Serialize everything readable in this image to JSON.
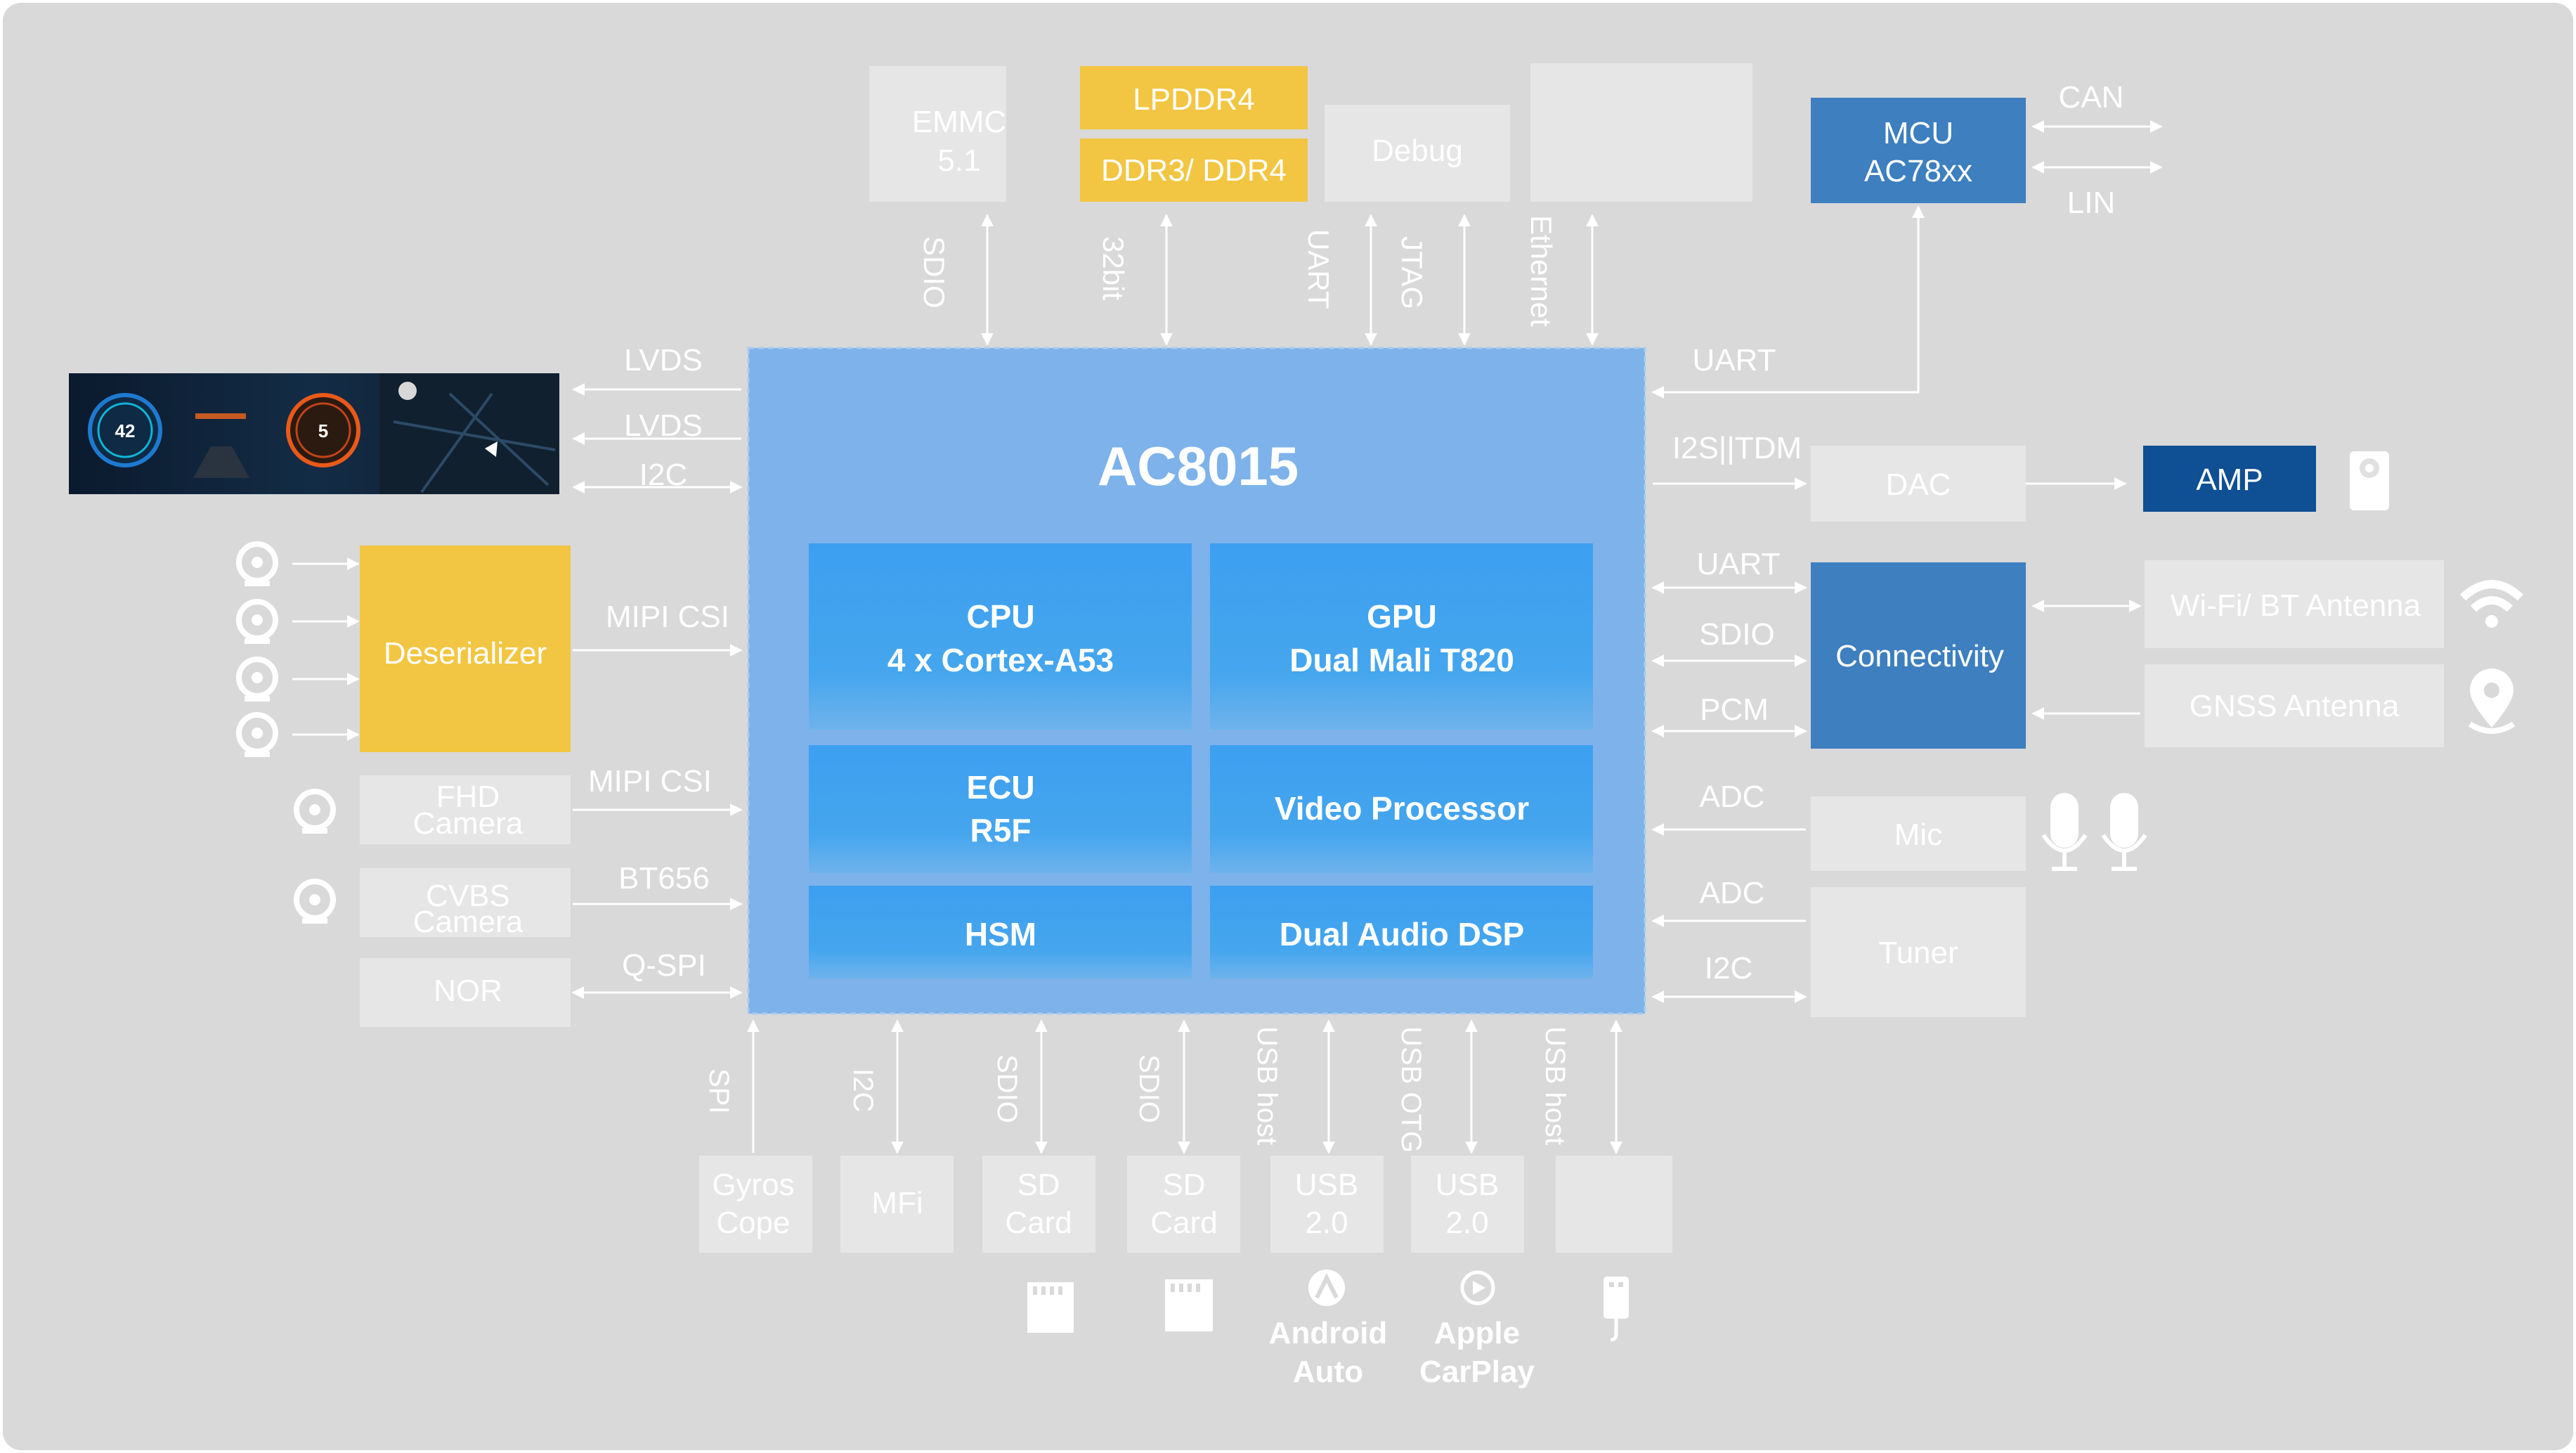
{
  "soc": {
    "title": "AC8015",
    "cores": {
      "cpu": {
        "line1": "CPU",
        "line2": "4 x Cortex-A53"
      },
      "gpu": {
        "line1": "GPU",
        "line2": "Dual Mali T820"
      },
      "ecu": {
        "line1": "ECU",
        "line2": "R5F"
      },
      "video": "Video Processor",
      "hsm": "HSM",
      "audio_dsp": "Dual Audio DSP"
    }
  },
  "top": {
    "emmc": {
      "line1": "EMMC",
      "line2": "5.1"
    },
    "lpddr4": "LPDDR4",
    "ddr": "DDR3/ DDR4",
    "debug": "Debug",
    "labels": {
      "sdio": "SDIO",
      "bit32": "32bit",
      "uart": "UART",
      "jtag": "JTAG",
      "ethernet": "Ethernet"
    }
  },
  "mcu": {
    "line1": "MCU",
    "line2": "AC78xx",
    "can": "CAN",
    "lin": "LIN"
  },
  "left": {
    "lvds1": "LVDS",
    "lvds2": "LVDS",
    "i2c": "I2C",
    "deserializer": "Deserializer",
    "mipi_csi1": "MIPI CSI",
    "fhd": {
      "line1": "FHD",
      "line2": "Camera"
    },
    "mipi_csi2": "MIPI CSI",
    "cvbs": {
      "line1": "CVBS",
      "line2": "Camera"
    },
    "bt656": "BT656",
    "nor": "NOR",
    "qspi": "Q-SPI",
    "display": {
      "speed": "42",
      "gear": "5"
    }
  },
  "right": {
    "uart_mcu": "UART",
    "i2s": "I2S||TDM",
    "dac": "DAC",
    "amp": "AMP",
    "uart": "UART",
    "sdio": "SDIO",
    "pcm": "PCM",
    "connectivity": "Connectivity",
    "wifi": "Wi-Fi/ BT Antenna",
    "gnss": "GNSS Antenna",
    "adc1": "ADC",
    "mic": "Mic",
    "adc2": "ADC",
    "i2c": "I2C",
    "tuner": "Tuner"
  },
  "bottom": {
    "labels": {
      "spi": "SPI",
      "i2c": "I2C",
      "sdio1": "SDIO",
      "sdio2": "SDIO",
      "usb_host1": "USB host",
      "usb_otg": "USB OTG",
      "usb_host2": "USB host"
    },
    "gyro": {
      "line1": "Gyros",
      "line2": "Cope"
    },
    "mfi": "MFi",
    "sd1": {
      "line1": "SD",
      "line2": "Card"
    },
    "sd2": {
      "line1": "SD",
      "line2": "Card"
    },
    "usb1": {
      "line1": "USB",
      "line2": "2.0"
    },
    "usb2": {
      "line1": "USB",
      "line2": "2.0"
    },
    "android": {
      "line1": "Android",
      "line2": "Auto"
    },
    "carplay": {
      "line1": "Apple",
      "line2": "CarPlay"
    }
  },
  "icons": [
    "camera-icon",
    "speaker-icon",
    "wifi-icon",
    "location-pin-icon",
    "microphone-icon",
    "sd-card-icon",
    "android-auto-icon",
    "carplay-icon",
    "usb-drive-icon"
  ],
  "colors": {
    "background": "#d9d9d9",
    "panel": "#e6e6e6",
    "soc": "#7eb2ea",
    "core": "#40a2ee",
    "yellow": "#f2c642",
    "blue": "#3d7fbf",
    "amp": "#0f4f93"
  }
}
